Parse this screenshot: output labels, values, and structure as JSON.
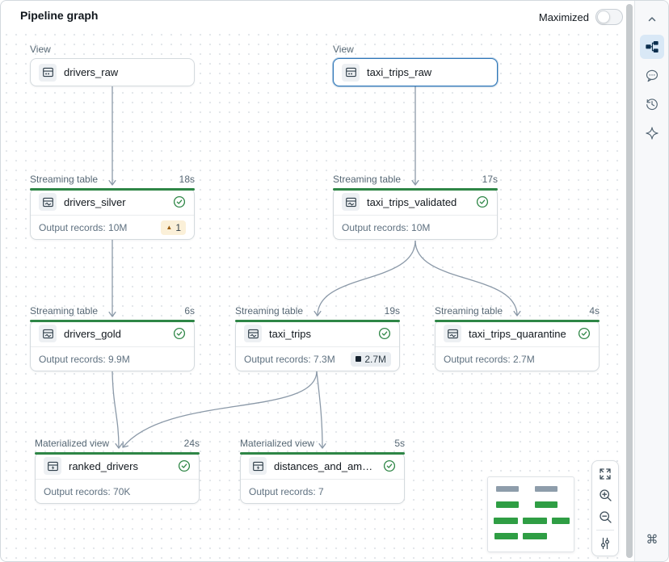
{
  "header": {
    "title": "Pipeline graph",
    "maximized_label": "Maximized",
    "maximized_on": false
  },
  "nodes": [
    {
      "kind_label": "View",
      "name": "drivers_raw",
      "type": "view"
    },
    {
      "kind_label": "View",
      "name": "taxi_trips_raw",
      "type": "view",
      "selected": true
    },
    {
      "kind_label": "Streaming table",
      "duration": "18s",
      "name": "drivers_silver",
      "output_label": "Output records: 10M",
      "warn_badge": "1",
      "status": "success"
    },
    {
      "kind_label": "Streaming table",
      "duration": "17s",
      "name": "taxi_trips_validated",
      "output_label": "Output records: 10M",
      "status": "success"
    },
    {
      "kind_label": "Streaming table",
      "duration": "6s",
      "name": "drivers_gold",
      "output_label": "Output records: 9.9M",
      "status": "success"
    },
    {
      "kind_label": "Streaming table",
      "duration": "19s",
      "name": "taxi_trips",
      "output_label": "Output records: 7.3M",
      "count_badge": "2.7M",
      "status": "success"
    },
    {
      "kind_label": "Streaming table",
      "duration": "4s",
      "name": "taxi_trips_quarantine",
      "output_label": "Output records: 2.7M",
      "status": "success"
    },
    {
      "kind_label": "Materialized view",
      "duration": "24s",
      "name": "ranked_drivers",
      "output_label": "Output records: 70K",
      "status": "success"
    },
    {
      "kind_label": "Materialized view",
      "duration": "5s",
      "name": "distances_and_amounts_b...",
      "output_label": "Output records: 7",
      "status": "success"
    }
  ],
  "sidebar": {
    "icons": [
      "collapse-chevron-up",
      "pipeline-graph (active)",
      "comments-bubble",
      "history-clock",
      "assistant-sparkle",
      "keyboard-shortcuts-command"
    ],
    "command_glyph": "⌘"
  },
  "controls": {
    "icons": [
      "fit-to-screen",
      "zoom-in",
      "zoom-out",
      "view-settings-sliders"
    ]
  },
  "minimap": {
    "rows": [
      {
        "color": "gray",
        "count": 2
      },
      {
        "color": "green",
        "count": 2
      },
      {
        "color": "green",
        "count": 3
      },
      {
        "color": "green",
        "count": 2
      }
    ]
  },
  "colors": {
    "selected_blue": "#2d76b8",
    "success_green": "#2e8646",
    "edge_gray_blue": "#8b99a8",
    "warning_badge_bg": "#fbf0d8",
    "warning_icon": "#9a5b0b",
    "count_badge_bg": "#e9edf1",
    "minimap_green": "#2f9e44",
    "minimap_gray": "#8e9dab",
    "sidebar_active_bg": "#d9e8f6"
  }
}
